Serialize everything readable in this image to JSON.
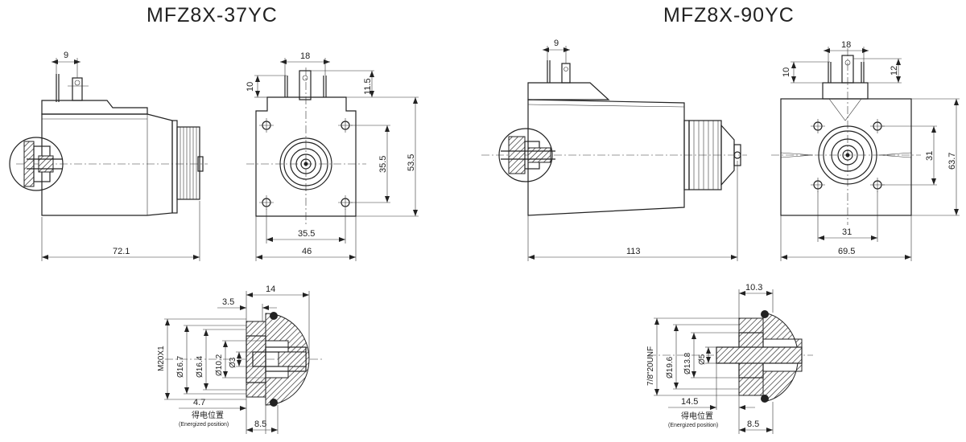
{
  "titles": {
    "left": "MFZ8X-37YC",
    "right": "MFZ8X-90YC"
  },
  "left": {
    "side": {
      "pin_spacing": "9",
      "length": "72.1"
    },
    "front": {
      "terminal_spacing": "18",
      "left_pin_height": "10",
      "center_pin_height": "11.5",
      "hole_spacing_v": "35.5",
      "height": "53.5",
      "hole_spacing_h": "35.5",
      "width": "46"
    },
    "section": {
      "d14": "14",
      "d3_5": "3.5",
      "thread": "M20X1",
      "dia_16_7": "Ø16.7",
      "dia_16_4": "Ø16.4",
      "dia_10_2": "Ø10.2",
      "dia_3": "Ø3",
      "d4_7": "4.7",
      "d8_5": "8.5",
      "energized_cn": "得电位置",
      "energized_en": "(Energized position)"
    }
  },
  "right": {
    "side": {
      "pin_spacing": "9",
      "length": "113"
    },
    "front": {
      "terminal_spacing": "18",
      "left_pin_height": "10",
      "center_pin_height": "12",
      "hole_spacing_v": "31",
      "height": "63.7",
      "hole_spacing_h": "31",
      "width": "69.5"
    },
    "section": {
      "d10_3": "10.3",
      "thread": "7/8\"20UNF",
      "dia_19_6": "Ø19.6",
      "dia_13_8": "Ø13.8",
      "dia_5": "Ø5",
      "d14_5": "14.5",
      "d8_5": "8.5",
      "energized_cn": "得电位置",
      "energized_en": "(Energized position)"
    }
  }
}
